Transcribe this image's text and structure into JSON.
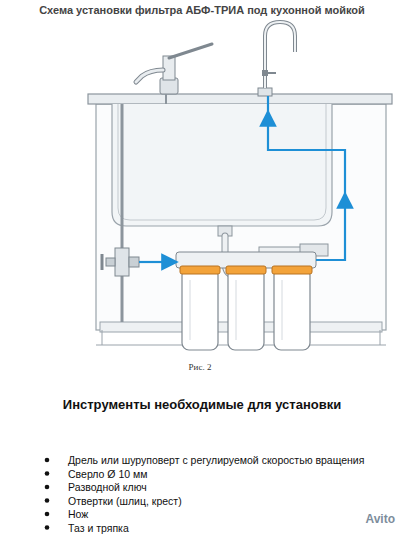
{
  "diagram": {
    "title": "Схема установки фильтра АБФ-ТРИА под кухонной мойкой",
    "caption": "Рис. 2",
    "labels": [
      "Инструменты необходимые для установки",
      "Дрель или шуруповерт с регулируемой скоростью вращения",
      "Сверло Ø 10 мм",
      "Разводной ключ",
      "Отвертки (шлиц, крест)",
      "Нож",
      "Таз и тряпка",
      "Avito"
    ]
  }
}
